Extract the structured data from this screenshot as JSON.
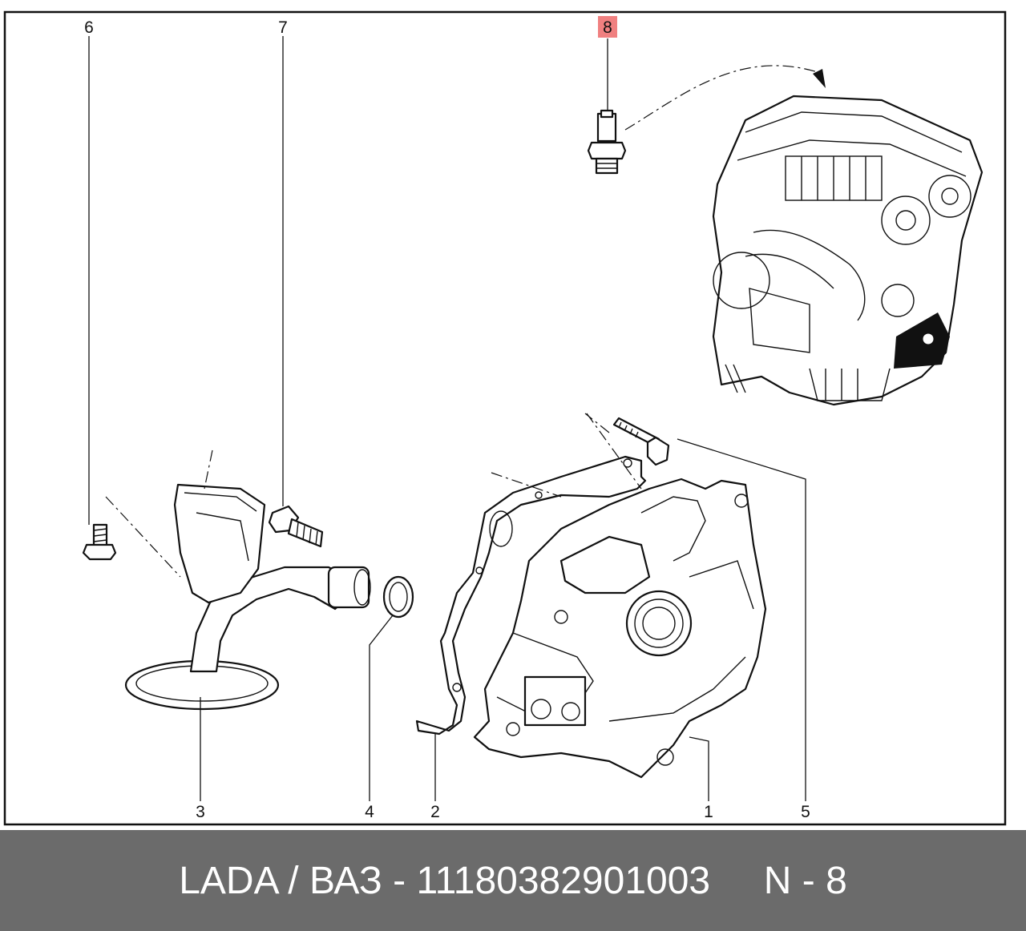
{
  "callouts": [
    {
      "id": "1",
      "label": "1"
    },
    {
      "id": "2",
      "label": "2"
    },
    {
      "id": "3",
      "label": "3"
    },
    {
      "id": "4",
      "label": "4"
    },
    {
      "id": "5",
      "label": "5"
    },
    {
      "id": "6",
      "label": "6"
    },
    {
      "id": "7",
      "label": "7"
    },
    {
      "id": "8",
      "label": "8",
      "highlighted": true
    }
  ],
  "footer": {
    "text": "LADA / ВАЗ - 11180382901003     N - 8"
  },
  "colors": {
    "highlight": "#f08080",
    "footer_bg": "#6b6b6b",
    "footer_text": "#ffffff"
  }
}
